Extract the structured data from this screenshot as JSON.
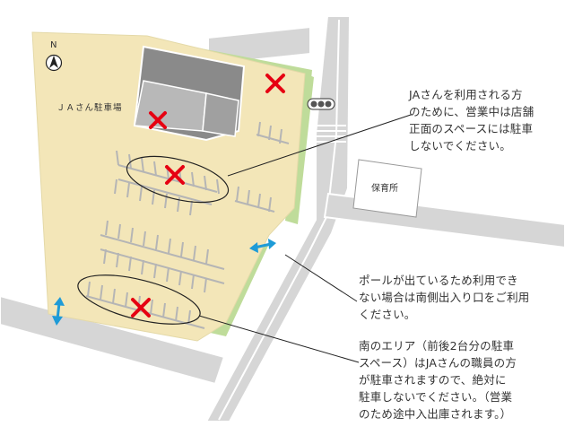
{
  "map": {
    "compass": {
      "label": "N",
      "icon": "north-arrow-icon"
    },
    "lot_label": "ＪＡさん駐車場",
    "nursery_label": "保育所",
    "notes": {
      "front": "JAさんを利用される方\nのために、営業中は店舗\n正面のスペースには駐車\nしないでください。",
      "pole": "ポールが出ているため利用でき\nない場合は南側出入り口をご利用\nください。",
      "south": "南のエリア（前後2台分の駐車\nスペース）はJAさんの職員の方\nが駐車されますので、絶対に\n駐車しないでください。（営業\nのため途中入出庫されます。）"
    },
    "icons": {
      "no_parking": "x-mark-icon",
      "entrance": "double-arrow-icon",
      "traffic_light": "traffic-light-icon"
    },
    "colors": {
      "lot": "#f3e6b8",
      "green": "#bfdc9a",
      "road": "#d6d6d6",
      "building": "#8a8a8a",
      "x_mark": "#e60012",
      "arrow": "#1e9bd7"
    }
  }
}
